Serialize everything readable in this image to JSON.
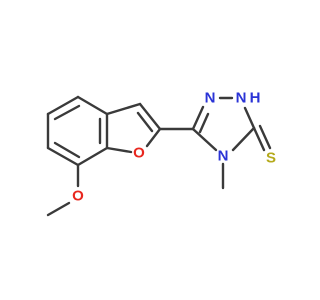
{
  "molecule": {
    "atoms": {
      "O_furan": {
        "symbol": "O",
        "color": "#e8271f"
      },
      "O_methoxy": {
        "symbol": "O",
        "color": "#e8271f"
      },
      "N_1": {
        "symbol": "N",
        "color": "#2a33d6"
      },
      "N_2H": {
        "symbol": "H",
        "color": "#2a33d6"
      },
      "N_2": {
        "symbol": "N",
        "color": "#2a33d6"
      },
      "N_4": {
        "symbol": "N",
        "color": "#2a33d6"
      },
      "S": {
        "symbol": "S",
        "color": "#b5aa1c"
      }
    },
    "bond_color": "#3a3a3a"
  }
}
